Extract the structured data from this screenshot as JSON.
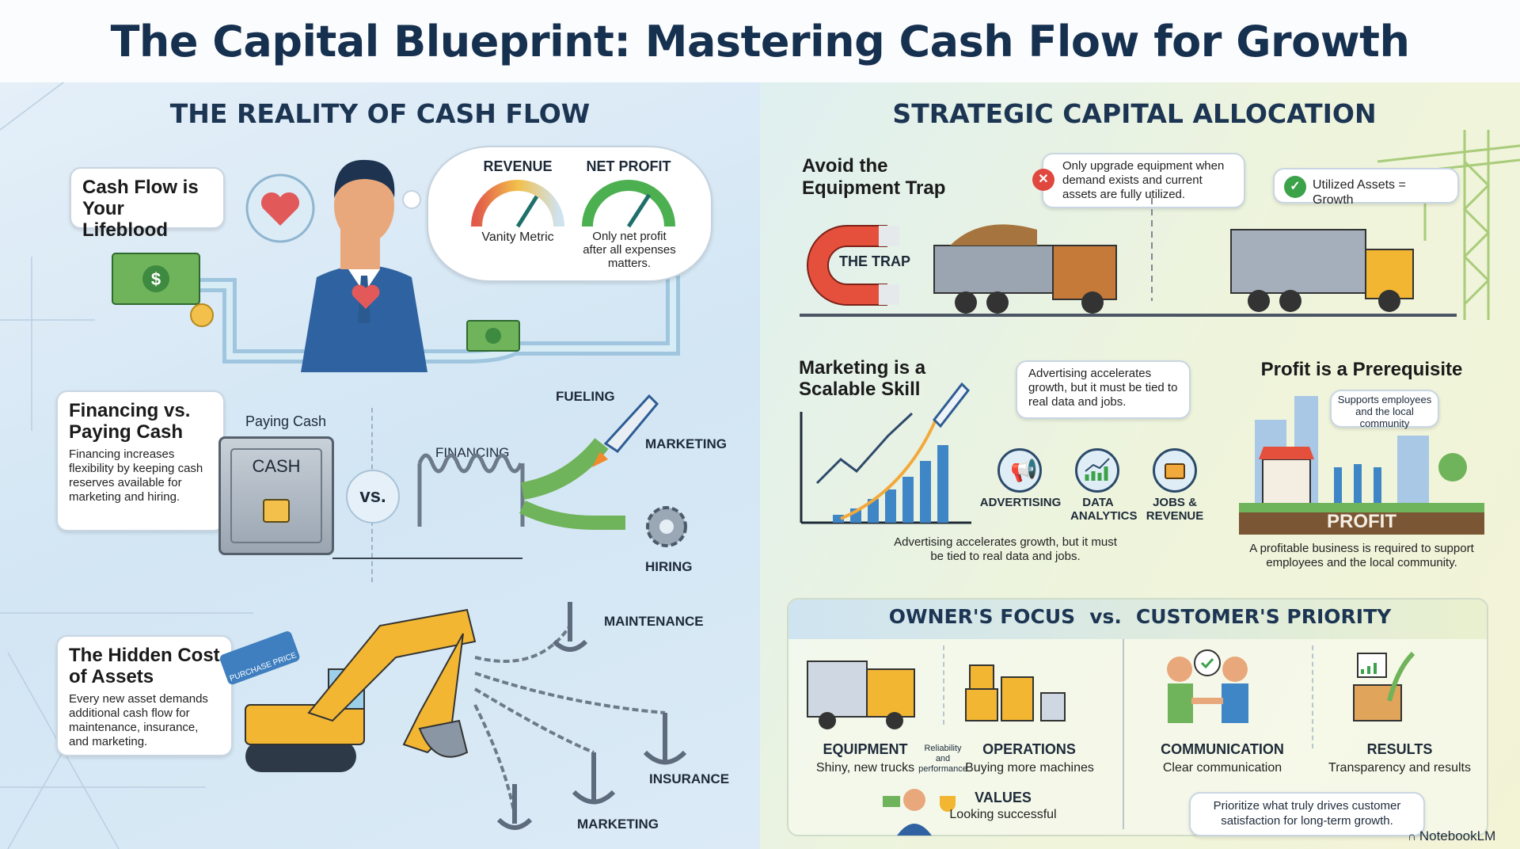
{
  "title": "The Capital Blueprint: Mastering Cash Flow for Growth",
  "left": {
    "heading": "THE REALITY OF CASH FLOW",
    "lifeblood": {
      "title": "Cash Flow is Your Lifeblood"
    },
    "thought": {
      "revenue_label": "REVENUE",
      "revenue_caption": "Vanity Metric",
      "net_profit_label": "NET PROFIT",
      "net_profit_caption": "Only net profit after all expenses matters."
    },
    "financing": {
      "title": "Financing vs. Paying Cash",
      "body": "Financing increases flexibility by keeping cash reserves available for marketing and hiring.",
      "paying_cash_label": "Paying Cash",
      "safe_label": "CASH",
      "vs": "vs.",
      "financing_label": "FINANCING",
      "fueling": "FUELING",
      "marketing": "MARKETING",
      "hiring": "HIRING"
    },
    "hidden_cost": {
      "title": "The Hidden Cost of Assets",
      "body": "Every new asset demands additional cash flow for maintenance, insurance, and marketing.",
      "tag": "PURCHASE PRICE",
      "anchors": [
        "MAINTENANCE",
        "INSURANCE",
        "MARKETING"
      ]
    }
  },
  "right": {
    "heading": "STRATEGIC CAPITAL ALLOCATION",
    "equipment_trap": {
      "title": "Avoid the Equipment Trap",
      "warning": "Only upgrade equipment when demand exists and current assets are fully utilized.",
      "good": "Utilized Assets = Growth",
      "magnet_label": "THE TRAP"
    },
    "marketing": {
      "title": "Marketing is a Scalable Skill",
      "bubble": "Advertising accelerates growth, but it must be tied to real data and jobs.",
      "icons": [
        "ADVERTISING",
        "DATA ANALYTICS",
        "JOBS & REVENUE"
      ],
      "caption": "Advertising accelerates growth, but it must be tied to real data and jobs."
    },
    "profit": {
      "title": "Profit is a Prerequisite",
      "bubble": "Supports employees and the local community",
      "ground_label": "PROFIT",
      "caption": "A profitable business is required to support employees and the local community."
    },
    "focus": {
      "owner": "OWNER'S FOCUS",
      "vs": "vs.",
      "customer": "CUSTOMER'S PRIORITY",
      "equipment": {
        "label": "EQUIPMENT",
        "sub": "Shiny, new trucks"
      },
      "reliability": "Reliability and performance",
      "operations": {
        "label": "OPERATIONS",
        "sub": "Buying more machines"
      },
      "values": {
        "label": "VALUES",
        "sub": "Looking successful"
      },
      "communication": {
        "label": "COMMUNICATION",
        "sub": "Clear communication"
      },
      "results": {
        "label": "RESULTS",
        "sub": "Transparency and results"
      },
      "note": "Prioritize what truly drives customer satisfaction for long-term growth."
    },
    "brand": "NotebookLM"
  }
}
